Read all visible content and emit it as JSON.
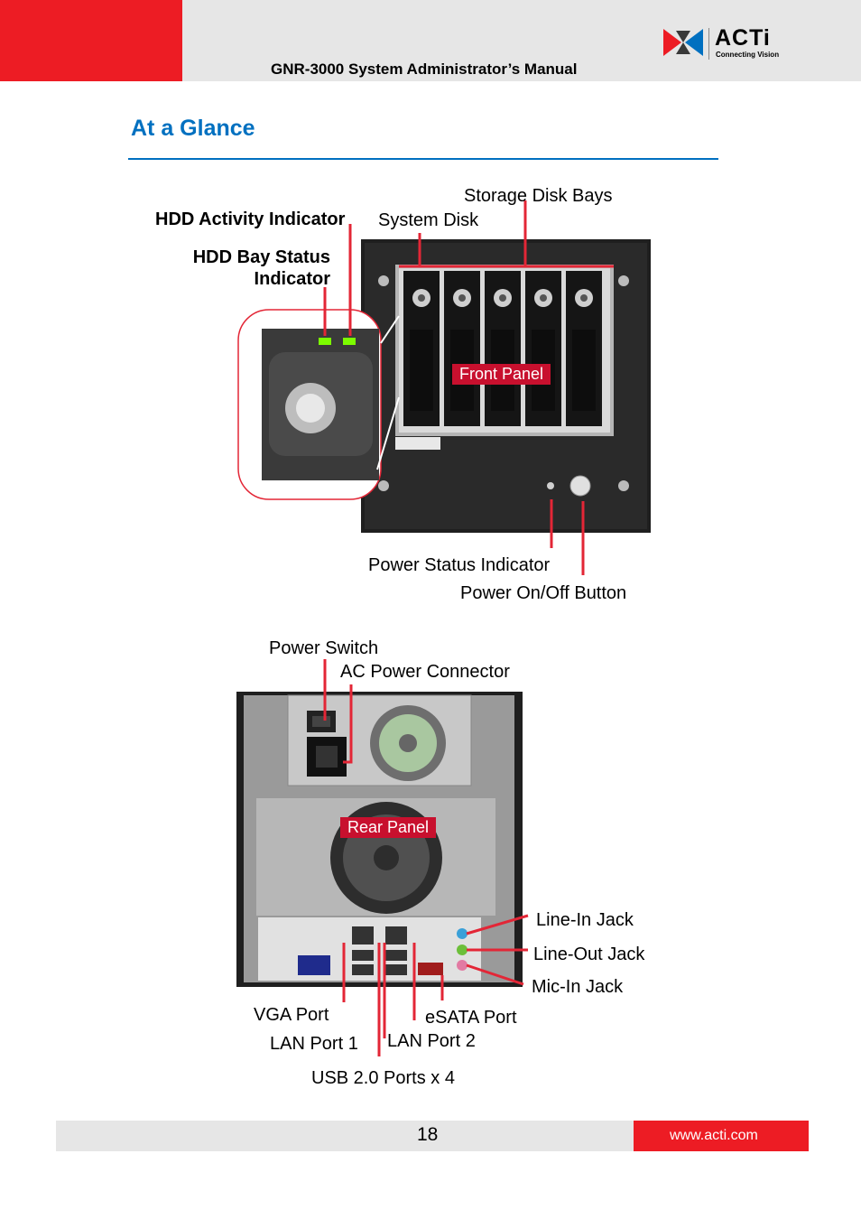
{
  "header": {
    "title": "GNR-3000 System Administrator’s Manual",
    "logo_text": "ACTi",
    "logo_tagline": "Connecting Vision"
  },
  "section": {
    "title": "At a Glance"
  },
  "front": {
    "tag": "Front Panel",
    "labels": {
      "storage_disk_bays": "Storage Disk Bays",
      "hdd_activity": "HDD Activity Indicator",
      "system_disk": "System Disk",
      "hdd_bay_status": "HDD Bay Status\nIndicator",
      "power_status": "Power Status Indicator",
      "power_button": "Power On/Off Button"
    }
  },
  "rear": {
    "tag": "Rear Panel",
    "labels": {
      "power_switch": "Power Switch",
      "ac_connector": "AC Power Connector",
      "line_in": "Line-In Jack",
      "line_out": "Line-Out Jack",
      "mic_in": "Mic-In Jack",
      "vga": "VGA Port",
      "esata": "eSATA Port",
      "lan1": "LAN Port 1",
      "lan2": "LAN Port 2",
      "usb": "USB 2.0 Ports x 4"
    }
  },
  "footer": {
    "page": "18",
    "url": "www.acti.com"
  },
  "colors": {
    "accent_red": "#ed1c24",
    "heading_blue": "#0070c0",
    "callout_red": "#c8102e"
  }
}
